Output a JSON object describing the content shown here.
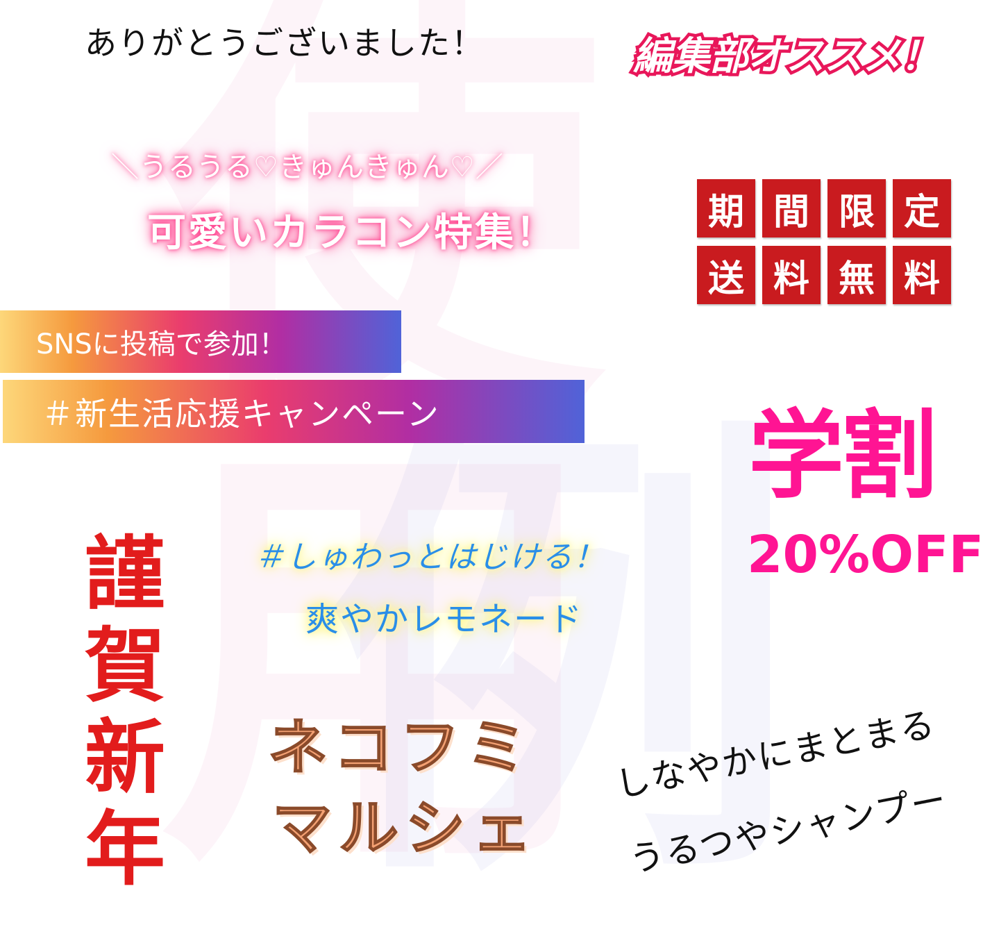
{
  "watermark": {
    "top": "使用",
    "bottom": "例"
  },
  "thanks": "ありがとうございました！",
  "editorial": "編集部オススメ！",
  "glow": {
    "sub": "＼うるうる♡きゅんきゅん♡／",
    "main": "可愛いカラコン特集！"
  },
  "tiles": [
    "期",
    "間",
    "限",
    "定",
    "送",
    "料",
    "無",
    "料"
  ],
  "bars": {
    "line1": "SNSに投稿で参加！",
    "line2": "＃新生活応援キャンペーン"
  },
  "gakuwari": {
    "title": "学割",
    "discount": "20%OFF"
  },
  "newyear": [
    "謹",
    "賀",
    "新",
    "年"
  ],
  "lemonade": {
    "line1": "＃しゅわっとはじける！",
    "line2": "爽やかレモネード"
  },
  "marche": {
    "line1": "ネコフミ",
    "line2": "マルシェ"
  },
  "shampoo": {
    "line1": "しなやかにまとまる",
    "line2": "うるつやシャンプー"
  },
  "colors": {
    "editorial_stroke": "#e8175a",
    "tile_red": "#c91b1f",
    "gakuwari_pink": "#ff1493",
    "newyear_red": "#e21c1c",
    "lemonade_blue": "#2a8ee8",
    "marche_orange": "#f4a173"
  }
}
